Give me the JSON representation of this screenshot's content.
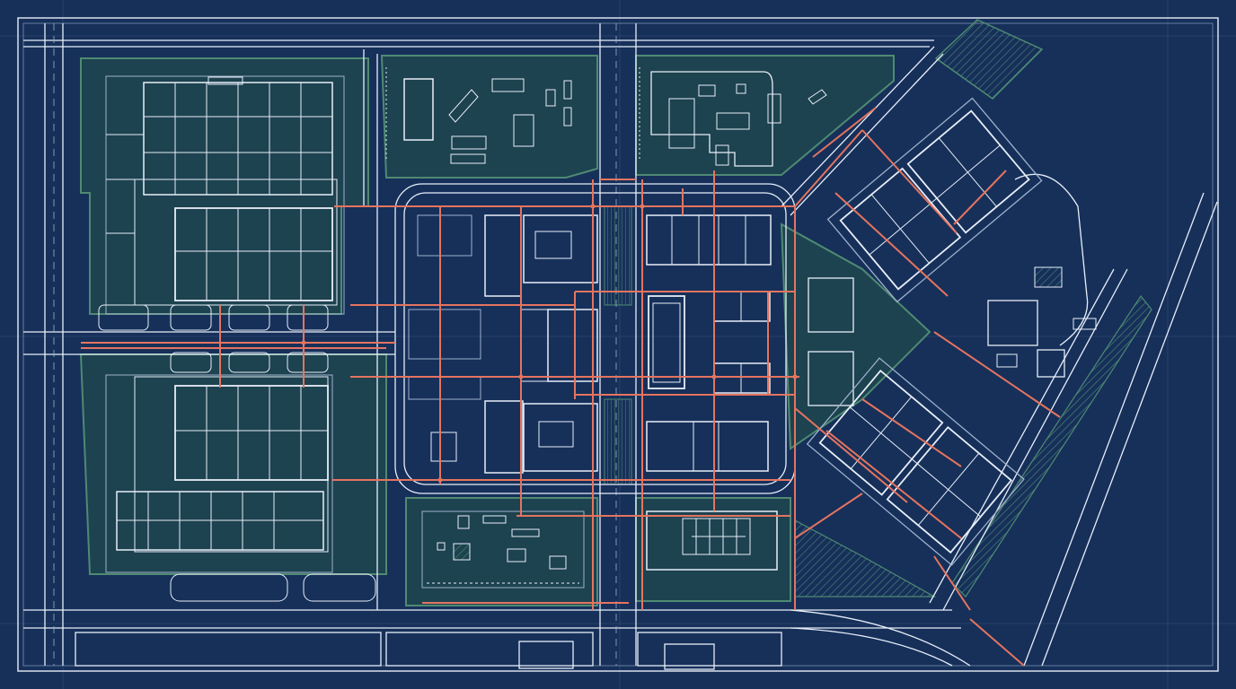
{
  "drawing": {
    "kind": "site-plan-blueprint",
    "text_labels": [],
    "colors": {
      "background": "#16305a",
      "linework": "#e8eef8",
      "linework_faint": "#9fb1cc",
      "green_space": "#4f8a72",
      "green_fill": "#1f4a4e",
      "utility_lines": "#e5745f"
    },
    "elements": {
      "frame": "drawing-frame",
      "roads": "road-network",
      "green_zones": "landscape-areas",
      "buildings_large": "warehouse-blocks",
      "buildings_central": "central-buildings",
      "buildings_diagonal": "angled-wing-buildings",
      "parking": "parking-lots",
      "utilities": "utility-network"
    }
  }
}
